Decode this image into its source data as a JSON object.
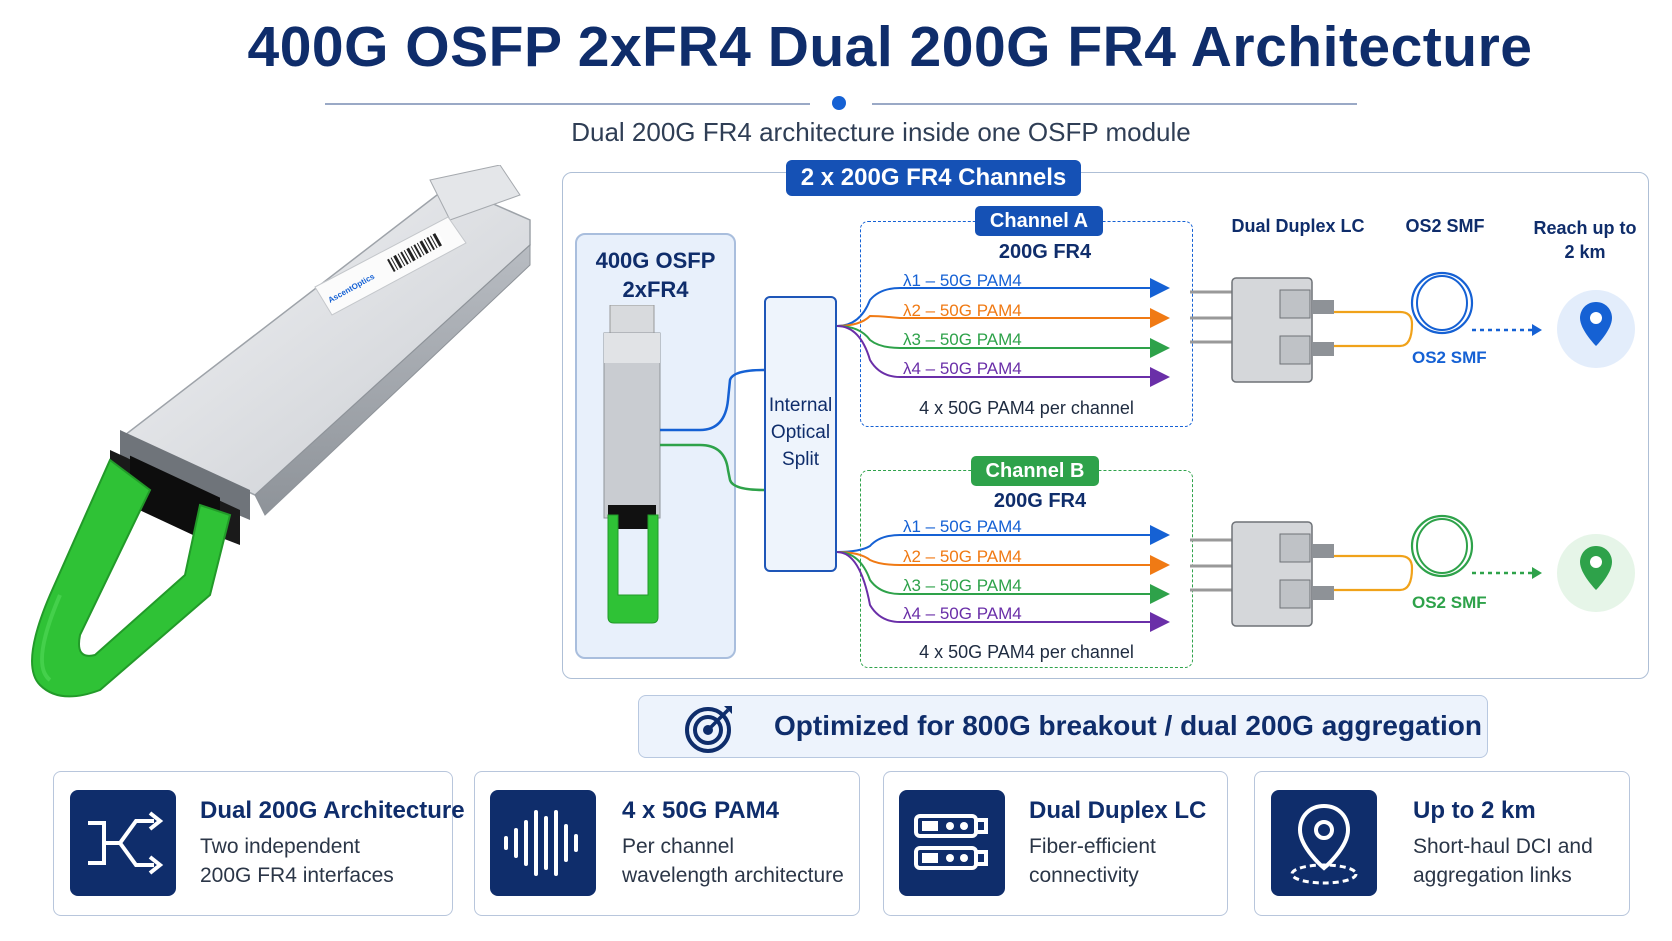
{
  "header": {
    "title": "400G OSFP 2xFR4 Dual 200G FR4 Architecture",
    "subtitle": "Dual 200G FR4 architecture inside one OSFP module"
  },
  "product": {
    "label_brand": "AscentOptics"
  },
  "diagram": {
    "panel_title": "2 x 200G FR4 Channels",
    "module_label_line1": "400G OSFP",
    "module_label_line2": "2xFR4",
    "split_label_line1": "Internal",
    "split_label_line2": "Optical",
    "split_label_line3": "Split",
    "columns": {
      "connector": "Dual Duplex LC",
      "fiber": "OS2 SMF",
      "reach_line1": "Reach up to",
      "reach_line2": "2 km"
    },
    "channel_a": {
      "name": "Channel A",
      "type": "200G FR4",
      "lanes": [
        "λ1 – 50G PAM4",
        "λ2 – 50G PAM4",
        "λ3 – 50G PAM4",
        "λ4 – 50G PAM4"
      ],
      "footer": "4 x 50G PAM4 per channel",
      "fiber_label": "OS2 SMF"
    },
    "channel_b": {
      "name": "Channel B",
      "type": "200G FR4",
      "lanes": [
        "λ1 – 50G PAM4",
        "λ2 – 50G PAM4",
        "λ3 – 50G PAM4",
        "λ4 – 50G PAM4"
      ],
      "footer": "4 x 50G PAM4 per channel",
      "fiber_label": "OS2 SMF"
    },
    "lane_colors": [
      "#1561d4",
      "#f07a14",
      "#2ea24a",
      "#6a2fa8"
    ]
  },
  "banner": {
    "icon": "target-icon",
    "text": "Optimized for 800G breakout / dual 200G aggregation"
  },
  "features": [
    {
      "icon": "split-arrows-icon",
      "title": "Dual 200G Architecture",
      "line1": "Two independent",
      "line2": "200G FR4 interfaces"
    },
    {
      "icon": "waveform-icon",
      "title": "4 x 50G PAM4",
      "line1": "Per channel",
      "line2": "wavelength architecture"
    },
    {
      "icon": "connector-icon",
      "title": "Dual Duplex LC",
      "line1": "Fiber-efficient",
      "line2": "connectivity"
    },
    {
      "icon": "location-pin-icon",
      "title": "Up to 2 km",
      "line1": "Short-haul DCI and",
      "line2": "aggregation links"
    }
  ],
  "colors": {
    "navy": "#0f2d6b",
    "blue": "#1551b5",
    "green": "#2ea24a",
    "orange": "#f07a14",
    "purple": "#6a2fa8"
  }
}
